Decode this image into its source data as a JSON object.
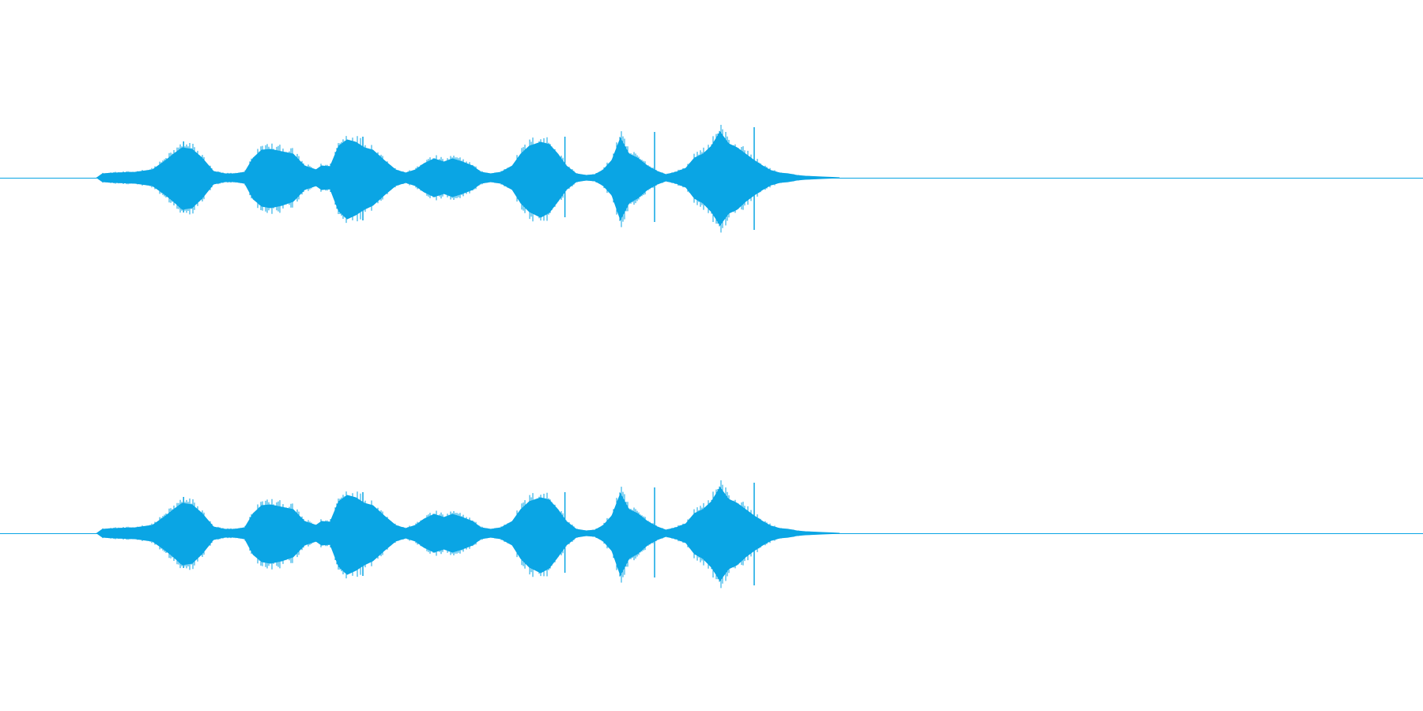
{
  "chart_data": {
    "type": "area",
    "x_unit": "fraction_of_clip",
    "y_unit": "normalized_amplitude",
    "ylim": [
      -1,
      1
    ],
    "grid": false,
    "legend": "none",
    "series_color": "#0aa5e4",
    "channels": [
      {
        "envelope": {
          "x": [
            0.068,
            0.072,
            0.08,
            0.095,
            0.107,
            0.115,
            0.122,
            0.128,
            0.135,
            0.142,
            0.15,
            0.158,
            0.165,
            0.172,
            0.178,
            0.184,
            0.19,
            0.198,
            0.206,
            0.214,
            0.222,
            0.226,
            0.232,
            0.238,
            0.244,
            0.25,
            0.256,
            0.262,
            0.27,
            0.278,
            0.285,
            0.292,
            0.298,
            0.305,
            0.312,
            0.318,
            0.325,
            0.332,
            0.338,
            0.345,
            0.352,
            0.36,
            0.366,
            0.372,
            0.38,
            0.386,
            0.392,
            0.398,
            0.405,
            0.412,
            0.418,
            0.424,
            0.43,
            0.436,
            0.442,
            0.448,
            0.455,
            0.462,
            0.468,
            0.475,
            0.482,
            0.488,
            0.494,
            0.5,
            0.506,
            0.512,
            0.518,
            0.524,
            0.53,
            0.536,
            0.542,
            0.548,
            0.554,
            0.56,
            0.566,
            0.572,
            0.578,
            0.585,
            0.59
          ],
          "upper": [
            0.0,
            0.05,
            0.06,
            0.07,
            0.1,
            0.2,
            0.3,
            0.38,
            0.36,
            0.25,
            0.08,
            0.05,
            0.05,
            0.07,
            0.25,
            0.35,
            0.36,
            0.33,
            0.3,
            0.15,
            0.1,
            0.15,
            0.14,
            0.4,
            0.48,
            0.45,
            0.38,
            0.35,
            0.22,
            0.1,
            0.06,
            0.1,
            0.18,
            0.24,
            0.2,
            0.24,
            0.2,
            0.15,
            0.07,
            0.05,
            0.07,
            0.15,
            0.3,
            0.4,
            0.45,
            0.42,
            0.3,
            0.15,
            0.05,
            0.03,
            0.04,
            0.1,
            0.22,
            0.5,
            0.3,
            0.25,
            0.15,
            0.08,
            0.04,
            0.07,
            0.12,
            0.25,
            0.3,
            0.4,
            0.58,
            0.43,
            0.38,
            0.3,
            0.22,
            0.15,
            0.09,
            0.06,
            0.05,
            0.03,
            0.02,
            0.015,
            0.01,
            0.005,
            0.0
          ],
          "lower": [
            0.0,
            -0.05,
            -0.06,
            -0.07,
            -0.1,
            -0.2,
            -0.3,
            -0.4,
            -0.38,
            -0.26,
            -0.08,
            -0.05,
            -0.05,
            -0.07,
            -0.27,
            -0.36,
            -0.38,
            -0.35,
            -0.3,
            -0.15,
            -0.1,
            -0.15,
            -0.14,
            -0.42,
            -0.52,
            -0.47,
            -0.4,
            -0.35,
            -0.22,
            -0.1,
            -0.06,
            -0.1,
            -0.18,
            -0.24,
            -0.2,
            -0.24,
            -0.2,
            -0.15,
            -0.07,
            -0.05,
            -0.07,
            -0.15,
            -0.32,
            -0.43,
            -0.5,
            -0.44,
            -0.3,
            -0.15,
            -0.05,
            -0.03,
            -0.04,
            -0.1,
            -0.22,
            -0.53,
            -0.32,
            -0.26,
            -0.15,
            -0.08,
            -0.04,
            -0.07,
            -0.12,
            -0.26,
            -0.32,
            -0.43,
            -0.6,
            -0.45,
            -0.4,
            -0.3,
            -0.22,
            -0.15,
            -0.09,
            -0.06,
            -0.05,
            -0.03,
            -0.02,
            -0.015,
            -0.01,
            -0.005,
            0.0
          ]
        },
        "spikes": [
          {
            "x": 0.129,
            "top": 0.46,
            "bottom": -0.44
          },
          {
            "x": 0.255,
            "top": 0.52,
            "bottom": -0.54
          },
          {
            "x": 0.397,
            "top": 0.52,
            "bottom": -0.5
          },
          {
            "x": 0.46,
            "top": 0.58,
            "bottom": -0.56
          },
          {
            "x": 0.53,
            "top": 0.64,
            "bottom": -0.66
          }
        ]
      },
      {
        "envelope": {
          "x": [
            0.068,
            0.072,
            0.08,
            0.095,
            0.107,
            0.115,
            0.122,
            0.128,
            0.135,
            0.142,
            0.15,
            0.158,
            0.165,
            0.172,
            0.178,
            0.184,
            0.19,
            0.198,
            0.206,
            0.214,
            0.222,
            0.226,
            0.232,
            0.238,
            0.244,
            0.25,
            0.256,
            0.262,
            0.27,
            0.278,
            0.285,
            0.292,
            0.298,
            0.305,
            0.312,
            0.318,
            0.325,
            0.332,
            0.338,
            0.345,
            0.352,
            0.36,
            0.366,
            0.372,
            0.38,
            0.386,
            0.392,
            0.398,
            0.405,
            0.412,
            0.418,
            0.424,
            0.43,
            0.436,
            0.442,
            0.448,
            0.455,
            0.462,
            0.468,
            0.475,
            0.482,
            0.488,
            0.494,
            0.5,
            0.506,
            0.512,
            0.518,
            0.524,
            0.53,
            0.536,
            0.542,
            0.548,
            0.554,
            0.56,
            0.566,
            0.572,
            0.578,
            0.585,
            0.59
          ],
          "upper": [
            0.0,
            0.05,
            0.06,
            0.07,
            0.1,
            0.2,
            0.3,
            0.38,
            0.36,
            0.25,
            0.08,
            0.05,
            0.05,
            0.07,
            0.25,
            0.35,
            0.36,
            0.33,
            0.3,
            0.15,
            0.1,
            0.15,
            0.14,
            0.4,
            0.48,
            0.45,
            0.38,
            0.35,
            0.22,
            0.1,
            0.06,
            0.1,
            0.18,
            0.24,
            0.2,
            0.24,
            0.2,
            0.15,
            0.07,
            0.05,
            0.07,
            0.15,
            0.3,
            0.4,
            0.45,
            0.42,
            0.3,
            0.15,
            0.05,
            0.03,
            0.04,
            0.1,
            0.22,
            0.5,
            0.3,
            0.25,
            0.15,
            0.08,
            0.04,
            0.07,
            0.12,
            0.25,
            0.3,
            0.4,
            0.58,
            0.43,
            0.38,
            0.3,
            0.22,
            0.15,
            0.09,
            0.06,
            0.05,
            0.03,
            0.02,
            0.015,
            0.01,
            0.005,
            0.0
          ],
          "lower": [
            0.0,
            -0.05,
            -0.06,
            -0.07,
            -0.1,
            -0.2,
            -0.3,
            -0.4,
            -0.38,
            -0.26,
            -0.08,
            -0.05,
            -0.05,
            -0.07,
            -0.27,
            -0.36,
            -0.38,
            -0.35,
            -0.3,
            -0.15,
            -0.1,
            -0.15,
            -0.14,
            -0.42,
            -0.52,
            -0.47,
            -0.4,
            -0.35,
            -0.22,
            -0.1,
            -0.06,
            -0.1,
            -0.18,
            -0.24,
            -0.2,
            -0.24,
            -0.2,
            -0.15,
            -0.07,
            -0.05,
            -0.07,
            -0.15,
            -0.32,
            -0.43,
            -0.5,
            -0.44,
            -0.3,
            -0.15,
            -0.05,
            -0.03,
            -0.04,
            -0.1,
            -0.22,
            -0.53,
            -0.32,
            -0.26,
            -0.15,
            -0.08,
            -0.04,
            -0.07,
            -0.12,
            -0.26,
            -0.32,
            -0.43,
            -0.6,
            -0.45,
            -0.4,
            -0.3,
            -0.22,
            -0.15,
            -0.09,
            -0.06,
            -0.05,
            -0.03,
            -0.02,
            -0.015,
            -0.01,
            -0.005,
            0.0
          ]
        },
        "spikes": [
          {
            "x": 0.129,
            "top": 0.46,
            "bottom": -0.44
          },
          {
            "x": 0.255,
            "top": 0.52,
            "bottom": -0.54
          },
          {
            "x": 0.397,
            "top": 0.52,
            "bottom": -0.5
          },
          {
            "x": 0.46,
            "top": 0.58,
            "bottom": -0.56
          },
          {
            "x": 0.53,
            "top": 0.64,
            "bottom": -0.66
          }
        ]
      }
    ]
  }
}
